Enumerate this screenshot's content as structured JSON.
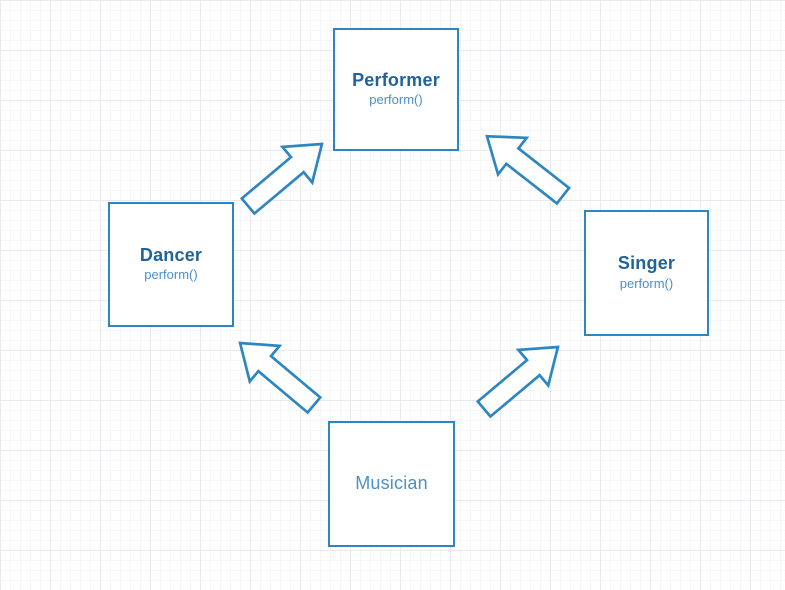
{
  "colors": {
    "stroke": "#2e86c1",
    "title": "#1f6399",
    "method": "#4b90c8",
    "background": "#ffffff"
  },
  "nodes": [
    {
      "title": "Performer",
      "method": "perform()"
    },
    {
      "title": "Dancer",
      "method": "perform()"
    },
    {
      "title": "Singer",
      "method": "perform()"
    },
    {
      "title": "Musician",
      "method": ""
    }
  ],
  "edges": [
    {
      "from": "Dancer",
      "to": "Performer"
    },
    {
      "from": "Singer",
      "to": "Performer"
    },
    {
      "from": "Musician",
      "to": "Dancer"
    },
    {
      "from": "Musician",
      "to": "Singer"
    }
  ]
}
